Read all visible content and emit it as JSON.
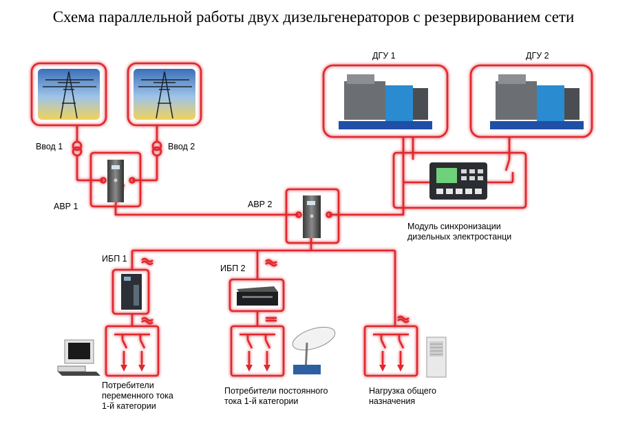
{
  "title": "Схема параллельной работы двух дизельгенераторов с резервированием сети",
  "inputs": {
    "input1": "Ввод 1",
    "input2": "Ввод 2"
  },
  "ats": {
    "ats1": "АВР 1",
    "ats2": "АВР 2"
  },
  "generators": {
    "gen1": "ДГУ 1",
    "gen2": "ДГУ 2"
  },
  "sync_module": {
    "line1": "Модуль синхронизации",
    "line2": "дизельных электростанци"
  },
  "ups": {
    "ups1": "ИБП 1",
    "ups2": "ИБП 2"
  },
  "consumers": {
    "ac": {
      "line1": "Потребители",
      "line2": "переменного тока",
      "line3": "1-й категории"
    },
    "dc": {
      "line1": "Потребители постоянного",
      "line2": "тока 1-й категории"
    },
    "general": {
      "line1": "Нагрузка общего",
      "line2": "назначения"
    }
  },
  "colors": {
    "line": "#e0282e",
    "glow": "#f4a0a4",
    "text": "#000000"
  }
}
